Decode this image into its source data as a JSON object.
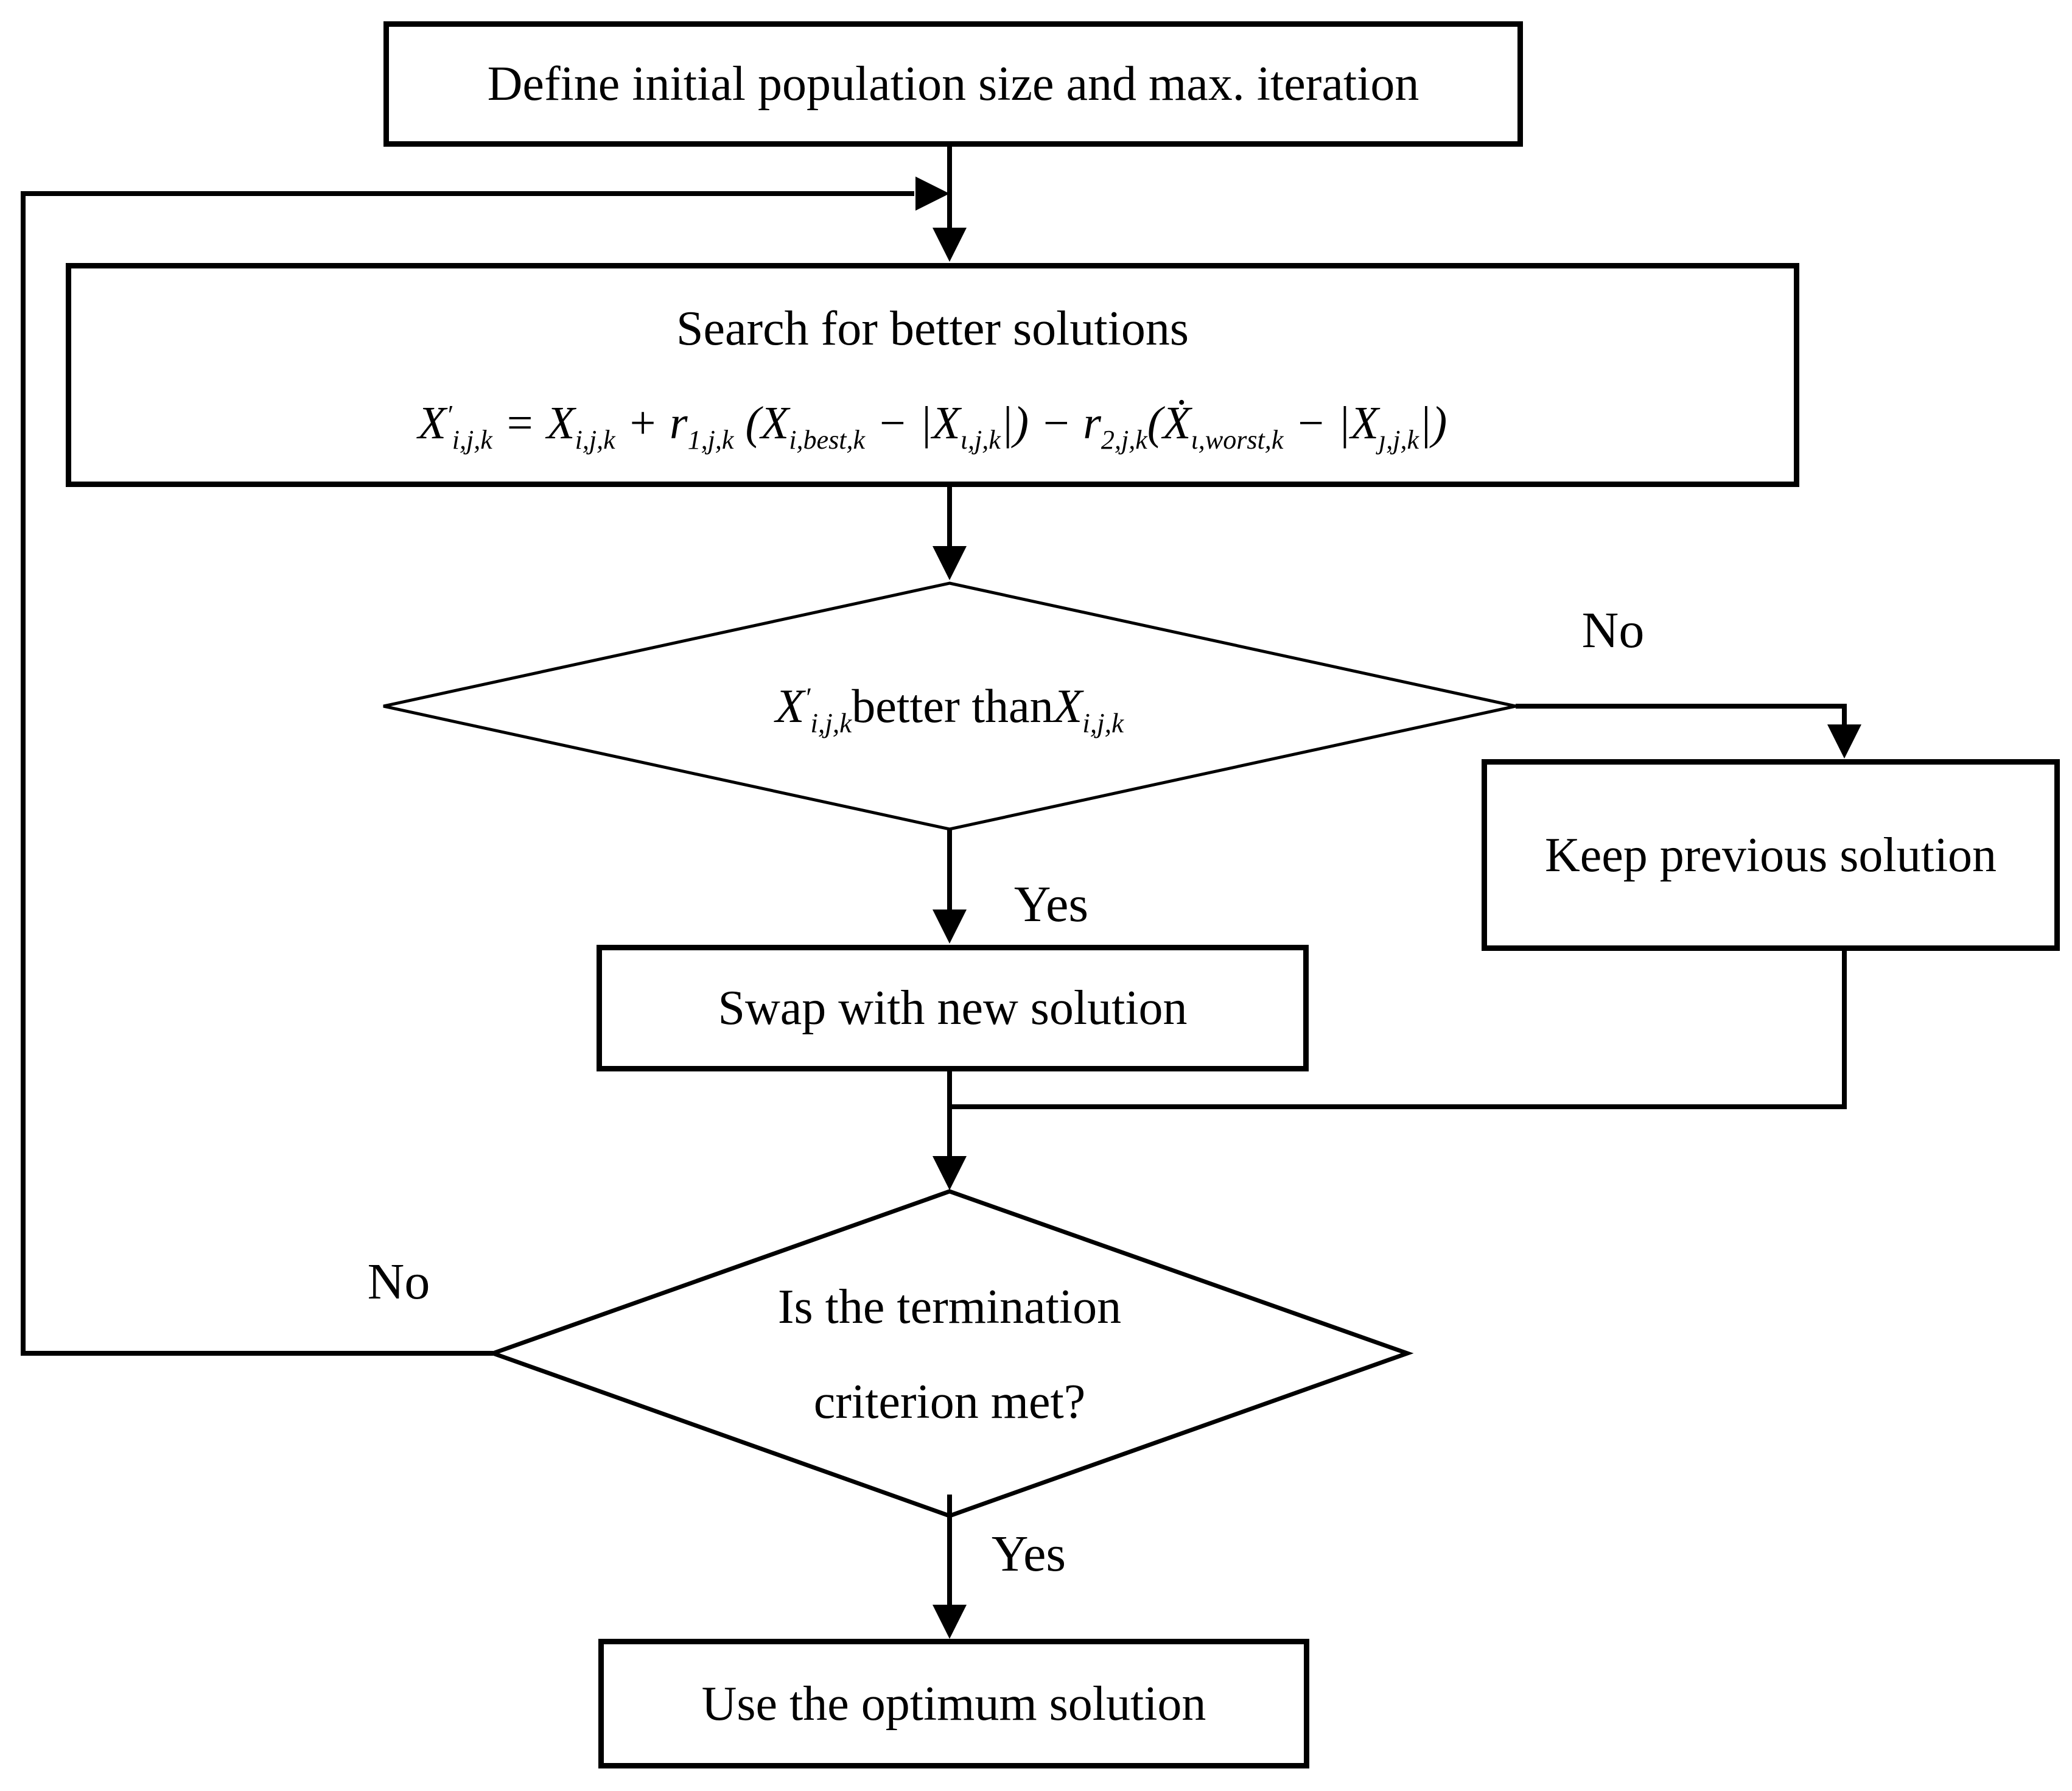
{
  "colors": {
    "ink": "#000000",
    "background": "#ffffff"
  },
  "flow": {
    "define_box": {
      "label": "Define initial population size and max. iteration"
    },
    "search_box": {
      "title": "Search for better solutions",
      "formula_segments": [
        {
          "t": "X",
          "sup": "′",
          "sub": "i,j,k"
        },
        {
          "t": " = "
        },
        {
          "t": "X",
          "sub": "i,j,k"
        },
        {
          "t": " + "
        },
        {
          "t": "r",
          "sub": "1,j,k"
        },
        {
          "t": " ("
        },
        {
          "t": "X",
          "sub": "i,best,k"
        },
        {
          "t": " − |"
        },
        {
          "t": "X",
          "sub": "ι,j,k"
        },
        {
          "t": "|) − "
        },
        {
          "t": "r",
          "sub": "2,j,k"
        },
        {
          "t": "("
        },
        {
          "t": "Ẋ",
          "sub": "ι,worst,k"
        },
        {
          "t": " − |"
        },
        {
          "t": "X",
          "sub": "ȷ,j,k"
        },
        {
          "t": "|)"
        }
      ]
    },
    "decision1": {
      "segments": [
        {
          "t": "X",
          "sup": "′",
          "sub": "i,j,k",
          "i": true
        },
        {
          "t": "  better than  ",
          "i": false
        },
        {
          "t": "X",
          "sub": "i,j,k",
          "i": true
        }
      ],
      "no_label": "No",
      "yes_label": "Yes"
    },
    "keep_box": {
      "label": "Keep previous solution"
    },
    "swap_box": {
      "label": "Swap with new solution"
    },
    "decision2": {
      "label": "Is the termination criterion met?",
      "no_label": "No",
      "yes_label": "Yes"
    },
    "use_box": {
      "label": "Use the optimum solution"
    }
  }
}
